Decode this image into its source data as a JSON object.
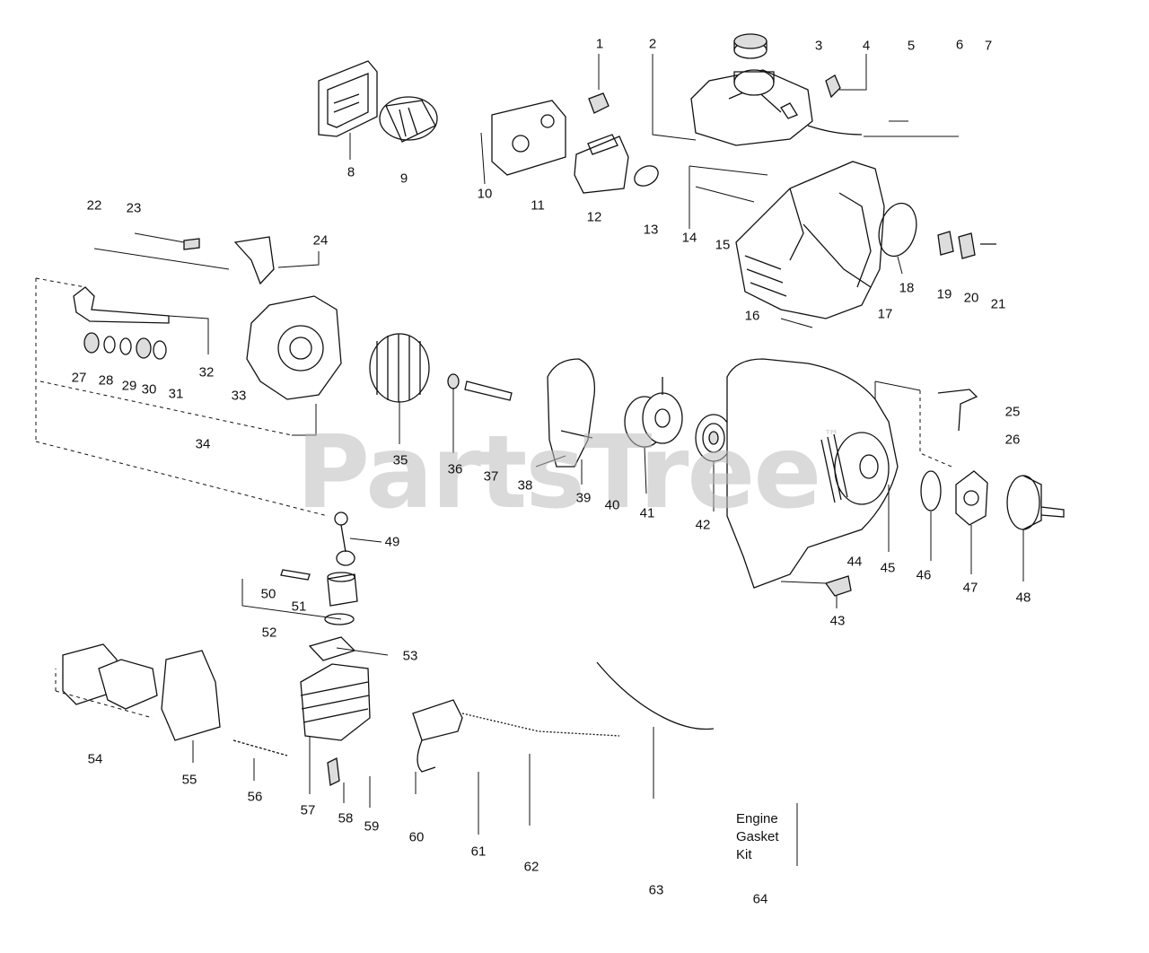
{
  "watermark": {
    "text": "PartsTree",
    "mark": "™"
  },
  "kit_label": {
    "line1": "Engine",
    "line2": "Gasket",
    "line3": "Kit"
  },
  "callouts": [
    "1",
    "2",
    "3",
    "4",
    "5",
    "6",
    "7",
    "8",
    "9",
    "10",
    "11",
    "12",
    "13",
    "14",
    "15",
    "16",
    "17",
    "18",
    "19",
    "20",
    "21",
    "22",
    "23",
    "24",
    "25",
    "26",
    "27",
    "28",
    "29",
    "30",
    "31",
    "32",
    "33",
    "34",
    "35",
    "36",
    "37",
    "38",
    "39",
    "40",
    "41",
    "42",
    "43",
    "44",
    "45",
    "46",
    "47",
    "48",
    "49",
    "50",
    "51",
    "52",
    "53",
    "54",
    "55",
    "56",
    "57",
    "58",
    "59",
    "60",
    "61",
    "62",
    "63",
    "64"
  ]
}
